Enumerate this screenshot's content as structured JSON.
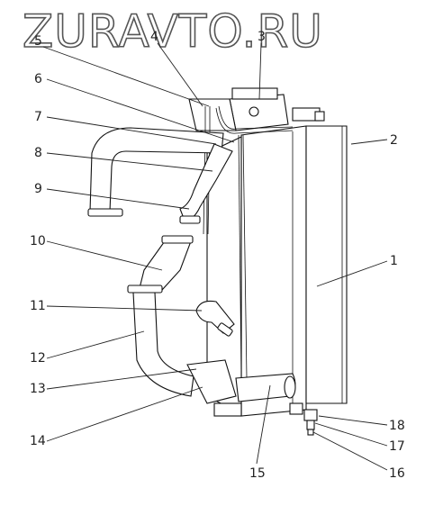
{
  "watermark": {
    "text": "ZURAVTO.RU"
  },
  "callouts": [
    {
      "id": "1",
      "text": "1"
    },
    {
      "id": "2",
      "text": "2"
    },
    {
      "id": "3",
      "text": "3"
    },
    {
      "id": "4",
      "text": "4"
    },
    {
      "id": "5",
      "text": "5"
    },
    {
      "id": "6",
      "text": "6"
    },
    {
      "id": "7",
      "text": "7"
    },
    {
      "id": "8",
      "text": "8"
    },
    {
      "id": "9",
      "text": "9"
    },
    {
      "id": "10",
      "text": "10"
    },
    {
      "id": "11",
      "text": "11"
    },
    {
      "id": "12",
      "text": "12"
    },
    {
      "id": "13",
      "text": "13"
    },
    {
      "id": "14",
      "text": "14"
    },
    {
      "id": "15",
      "text": "15"
    },
    {
      "id": "16",
      "text": "16"
    },
    {
      "id": "17",
      "text": "17"
    },
    {
      "id": "18",
      "text": "18"
    }
  ]
}
